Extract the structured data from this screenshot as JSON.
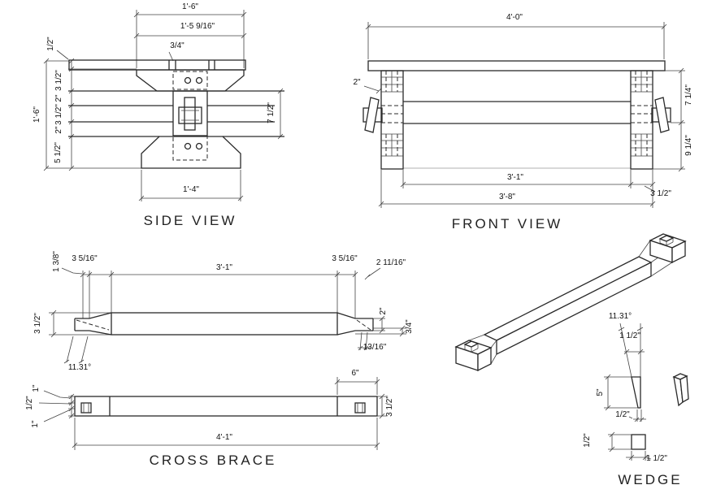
{
  "side_view": {
    "title": "SIDE VIEW",
    "top_width": "1'-6\"",
    "top_board": "1'-5 9/16\"",
    "wedge_slot": "3/4\"",
    "seat_lip": "1/2\"",
    "overall_height": "1'-6\"",
    "cleat_height": "3 1/2\"",
    "upper_rail": "2\"",
    "brace_height": "3 1/2\"",
    "lower_rail": "2\"",
    "foot_height": "5 1/2\"",
    "opening_height": "7 1/2\"",
    "foot_width": "1'-4\""
  },
  "front_view": {
    "title": "FRONT VIEW",
    "overall_width": "4'-0\"",
    "leg_tenon": "2\"",
    "seat_to_brace": "7 1/4\"",
    "brace_to_floor": "9 1/4\"",
    "inner_span": "3'-1\"",
    "outer_span": "3'-8\"",
    "leg_width": "3 1/2\""
  },
  "cross_brace": {
    "title": "CROSS BRACE",
    "plan": {
      "end_offset": "1 3/8\"",
      "left_taper": "3 5/16\"",
      "shoulder_span": "3'-1\"",
      "right_taper": "3 5/16\"",
      "taper_diag": "2 11/16\"",
      "tenon_end": "2\"",
      "taper_drop": "3/4\"",
      "tenon_tip": "13/16\"",
      "width": "3 1/2\"",
      "taper_angle": "11.31°"
    },
    "side": {
      "top_third": "1\"",
      "middle": "1/2\"",
      "bottom_third": "1\"",
      "end_length": "6\"",
      "depth": "3 1/2\"",
      "overall_length": "4'-1\""
    }
  },
  "wedge": {
    "title": "WEDGE",
    "angle": "11.31°",
    "top_width": "1 1/2\"",
    "length": "5\"",
    "tip_width": "1/2\"",
    "section_thickness": "1/2\"",
    "section_width": "1 1/2\""
  }
}
